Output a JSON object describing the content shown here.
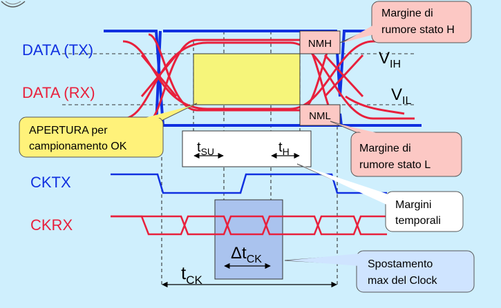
{
  "colors": {
    "background": "#cfeffd",
    "tx_blue": "#1030e0",
    "rx_red": "#e8203c",
    "aperture_yellow": "#f6f57a",
    "callout_pink": "#fcc8c4",
    "callout_yellow": "#fff27a",
    "callout_blue": "#cfe4ff",
    "skew_box": "#aac3ee"
  },
  "signals": {
    "data_tx": "DATA (TX)",
    "data_rx": "DATA (RX)",
    "cktx": "CKTX",
    "ckrx": "CKRX"
  },
  "levels": {
    "vih": {
      "main": "V",
      "sub": "IH"
    },
    "vil": {
      "main": "V",
      "sub": "IL"
    }
  },
  "noise_margins": {
    "nmh": "NMH",
    "nml": "NML"
  },
  "callouts": {
    "margin_high": [
      "Margine di",
      "rumore stato H"
    ],
    "margin_low": [
      "Margine di",
      "rumore stato L"
    ],
    "aperture": [
      "APERTURA per",
      "campionamento OK"
    ],
    "timing_margins": [
      "Margini",
      "temporali"
    ],
    "clock_skew": [
      "Spostamento",
      "max del Clock"
    ]
  },
  "timing": {
    "tsu": {
      "main": "t",
      "sub": "SU"
    },
    "th": {
      "main": "t",
      "sub": "H"
    },
    "tck": {
      "main": "t",
      "sub": "CK"
    },
    "dtck": {
      "main": "Δt",
      "sub": "CK"
    }
  }
}
